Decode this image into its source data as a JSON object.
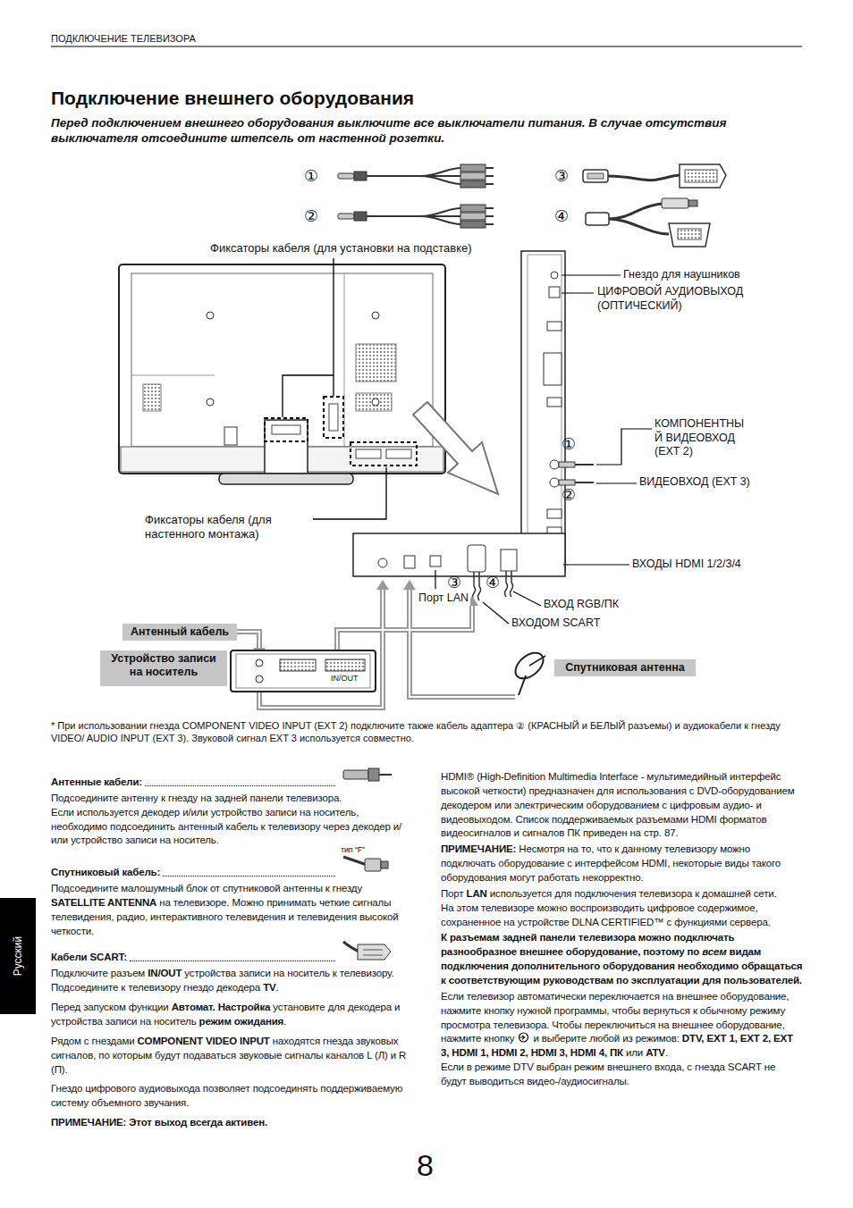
{
  "diagram": {
    "title": "Подключение внешнего оборудования",
    "nodes": [
      {
        "text": [
          "Антенный кабель"
        ]
      },
      {
        "text": [
          "Устройство записи на носитель"
        ]
      },
      {
        "text": [
          "Спутниковая антенна"
        ]
      }
    ],
    "labels": [
      "ПОДКЛЮЧЕНИЕ ТЕЛЕВИЗОРА",
      "Перед подключением внешнего оборудования выключите все выключатели питания. В случае отсутствия выключателя отсоедините штепсель от настенной розетки.",
      "①",
      "②",
      "③",
      "④",
      "Фиксаторы кабеля (для установки на подставке)",
      "Гнездо для наушников",
      "ЦИФРОВОЙ АУДИОВЫХОД (ОПТИЧЕСКИЙ)",
      "КОМПОНЕНТНЫ Й ВИДЕОВХОД (EXT 2)",
      "①",
      "ВИДЕОВХОД (EXT 3)",
      "②",
      "ВХОДЫ HDMI 1/2/3/4",
      "Фиксаторы кабеля (для настенного монтажа)",
      "③",
      "④",
      "Порт LAN",
      "ВХОД RGB/ПК",
      "ВХОДОМ SCART",
      "IN/OUT",
      "* При использовании гнезда COMPONENT VIDEO INPUT (EXT 2) подключите также кабель адаптера ② (КРАСНЫЙ и БЕЛЫЙ разъемы) и аудиокабели к гнезду VIDEO/ AUDIO INPUT (EXT 3). Звуковой сигнал EXT 3 используется совместно.",
      "Антенные кабели:",
      "Подсоедините антенну к гнезду на задней панели телевизора.",
      "Если используется декодер и/или устройство записи на носитель, необходимо подсоединить антенный кабель к телевизору через декодер и/или устройство записи на носитель.",
      "тип “F”",
      "Спутниковый кабель:",
      "Подсоедините малошумный блок от спутниковой антенны к гнезду ",
      "SATELLITE ANTENNA",
      " на телевизоре. Можно принимать четкие сигналы телевидения, радио, интерактивного телевидения и телевидения высокой четкости.",
      "Кабели SCART:",
      "Подключите разъем ",
      "IN/OUT",
      " устройства записи на носитель к телевизору. Подсоедините к телевизору гнездо декодера ",
      "TV",
      ".",
      "Перед запуском функции ",
      "Автомат. Настройка",
      " установите для декодера и устройства записи на носитель ",
      "режим ожидания",
      ".",
      "Рядом с гнездами ",
      "COMPONENT VIDEO INPUT",
      " находятся гнезда звуковых сигналов, по которым будут подаваться звуковые сигналы каналов L (Л) и R (П).",
      "Гнездо цифрового аудиовыхода позволяет подсоединять поддерживаемую систему объемного звучания.",
      "ПРИМЕЧАНИЕ: Этот выход всегда активен.",
      "HDMI® (High-Definition Multimedia Interface - мультимедийный интерфейс высокой четкости) предназначен для использования с DVD-оборудованием декодером или электрическим оборудованием с цифровым аудио- и видеовыходом. Список поддерживаемых разъемами HDMI форматов видеосигналов и сигналов ПК приведен на стр. 87.",
      "ПРИМЕЧАНИЕ:",
      " Несмотря на то, что к данному телевизору можно подключать оборудование с интерфейсом HDMI, некоторые виды такого оборудования могут работать некорректно.",
      "Порт ",
      "LAN",
      " используется для подключения телевизора к домашней сети.",
      "На этом телевизоре можно воспроизводить цифровое содержимое, сохраненное на устройстве DLNA CERTIFIED™ с функциями сервера.",
      "К разъемам задней панели телевизора можно подключать разнообразное внешнее оборудование, поэтому по ",
      "всем",
      " видам подключения дополнительного оборудования необходимо обращаться к соответствующим руководствам по эксплуатации для пользователей.",
      "Если телевизор автоматически переключается на внешнее оборудование, нажмите кнопку нужной программы, чтобы вернуться к обычному режиму просмотра телевизора. Чтобы переключиться на внешнее оборудование, нажмите кнопку ",
      " и выберите любой из режимов: ",
      "DTV, EXT 1, EXT 2, EXT 3, HDMI 1, HDMI 2, HDMI 3, HDMI 4, ПК",
      " или ",
      "ATV",
      ".",
      "Если в режиме DTV выбран режим внешнего входа, с гнезда SCART не будут выводиться видео-/аудиосигналы.",
      "Русский",
      "8"
    ]
  }
}
